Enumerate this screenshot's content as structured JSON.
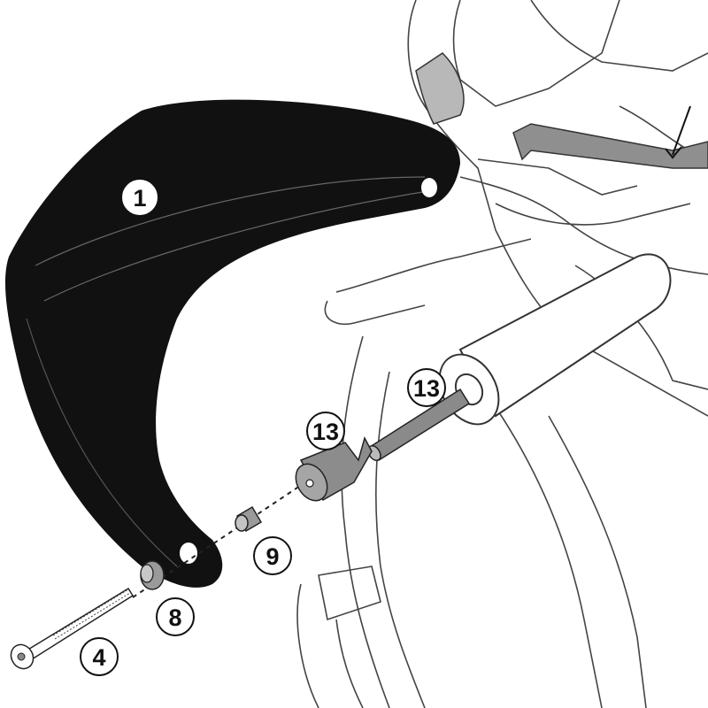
{
  "diagram": {
    "type": "exploded assembly diagram",
    "callouts": [
      {
        "id": "part-1",
        "label": "1"
      },
      {
        "id": "part-13-rod",
        "label": "13"
      },
      {
        "id": "part-13-weight",
        "label": "13"
      },
      {
        "id": "part-9",
        "label": "9"
      },
      {
        "id": "part-8",
        "label": "8"
      },
      {
        "id": "part-4",
        "label": "4"
      }
    ],
    "colors": {
      "handguard": "#111111",
      "part_grey": "#9a9a9a",
      "outline": "#333333"
    }
  }
}
